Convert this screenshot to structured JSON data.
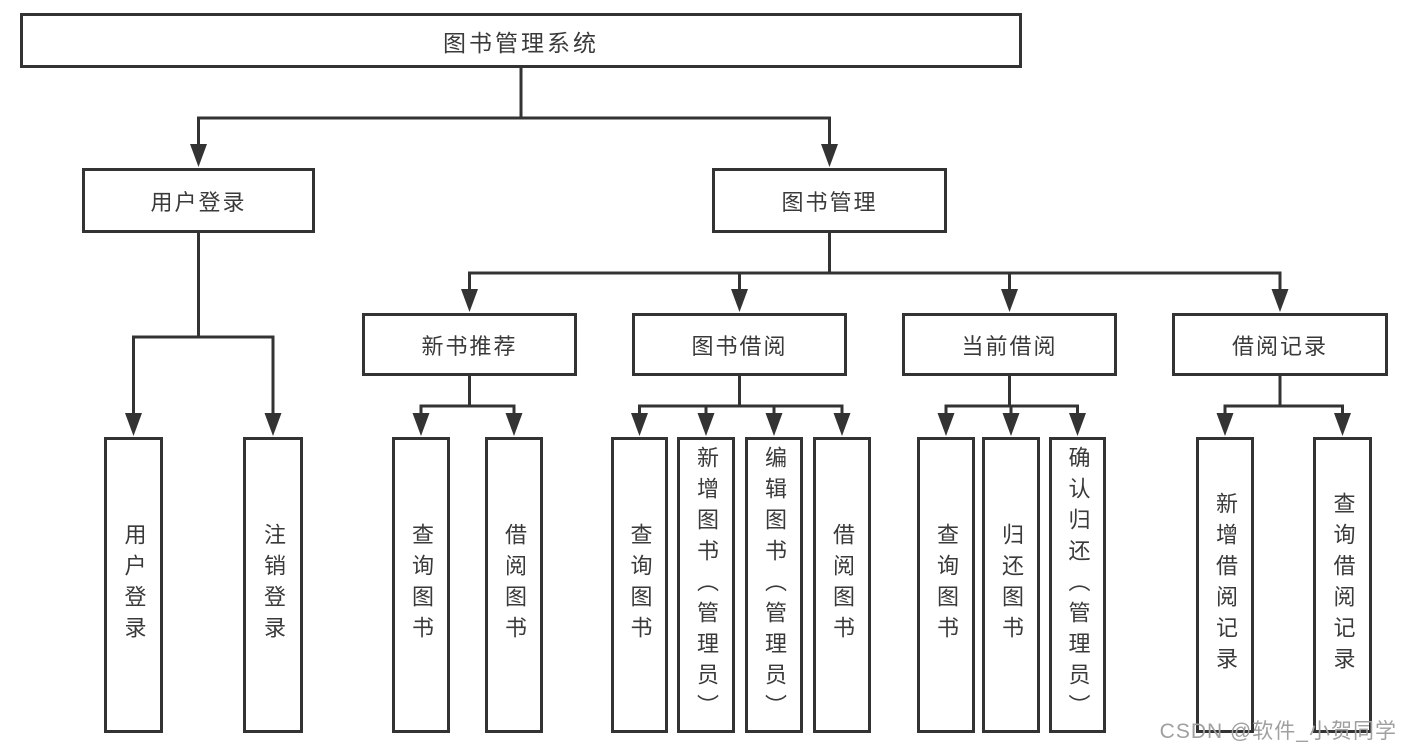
{
  "watermark": "CSDN @软件_小贺同学",
  "colors": {
    "line": "#333333",
    "box_border": "#333333",
    "text": "#3a3a3a",
    "watermark": "#a0a0a0"
  },
  "diagram": {
    "title": "图书管理系统",
    "nodes": [
      {
        "id": "root",
        "label": "图书管理系统",
        "parent": null
      },
      {
        "id": "user-login",
        "label": "用户登录",
        "parent": "root"
      },
      {
        "id": "book-mgmt",
        "label": "图书管理",
        "parent": "root"
      },
      {
        "id": "ul-login",
        "label": "用户登录",
        "parent": "user-login"
      },
      {
        "id": "ul-logout",
        "label": "注销登录",
        "parent": "user-login"
      },
      {
        "id": "new-rec",
        "label": "新书推荐",
        "parent": "book-mgmt"
      },
      {
        "id": "borrow",
        "label": "图书借阅",
        "parent": "book-mgmt"
      },
      {
        "id": "current",
        "label": "当前借阅",
        "parent": "book-mgmt"
      },
      {
        "id": "records",
        "label": "借阅记录",
        "parent": "book-mgmt"
      },
      {
        "id": "nr-query",
        "label": "查询图书",
        "parent": "new-rec"
      },
      {
        "id": "nr-borrow",
        "label": "借阅图书",
        "parent": "new-rec"
      },
      {
        "id": "b-query",
        "label": "查询图书",
        "parent": "borrow"
      },
      {
        "id": "b-add",
        "label": "新增图书（管理员）",
        "parent": "borrow"
      },
      {
        "id": "b-edit",
        "label": "编辑图书（管理员）",
        "parent": "borrow"
      },
      {
        "id": "b-borrow",
        "label": "借阅图书",
        "parent": "borrow"
      },
      {
        "id": "c-query",
        "label": "查询图书",
        "parent": "current"
      },
      {
        "id": "c-return",
        "label": "归还图书",
        "parent": "current"
      },
      {
        "id": "c-confirm",
        "label": "确认归还（管理员）",
        "parent": "current"
      },
      {
        "id": "r-add",
        "label": "新增借阅记录",
        "parent": "records"
      },
      {
        "id": "r-query",
        "label": "查询借阅记录",
        "parent": "records"
      }
    ]
  }
}
